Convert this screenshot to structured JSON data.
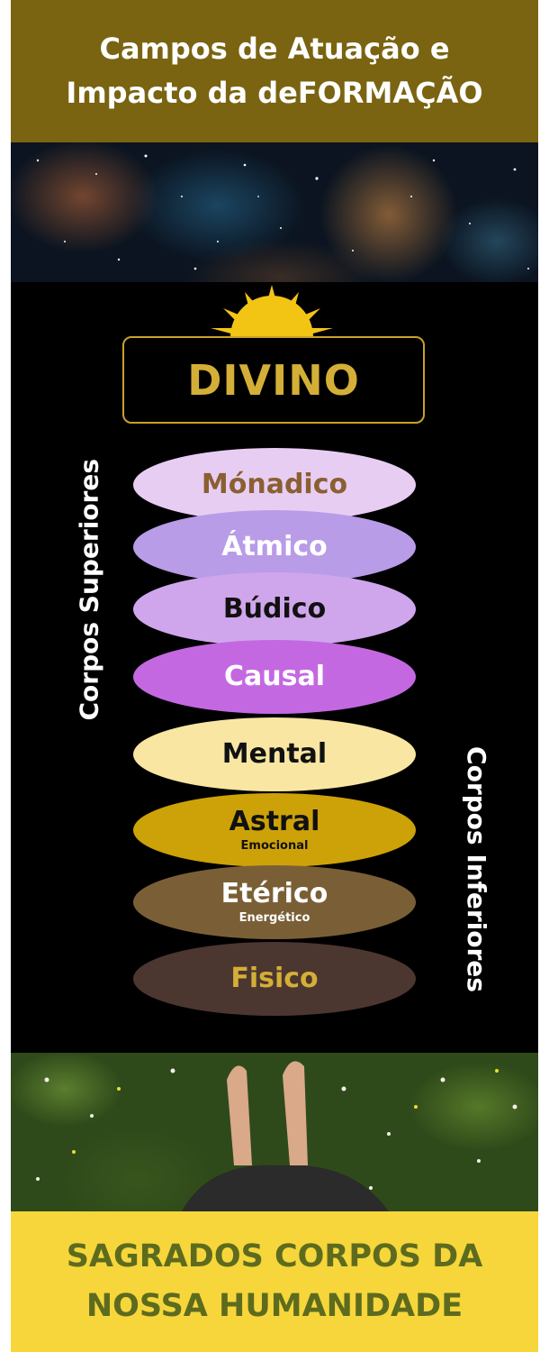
{
  "header": {
    "title": "Campos de Atuação e\nImpacto da deFORMAÇÃO"
  },
  "divino": {
    "label": "DIVINO"
  },
  "side_labels": {
    "upper": "Corpos Superiores",
    "lower": "Corpos Inferiores"
  },
  "layers": [
    {
      "name": "Mónadico",
      "sub": "",
      "fill": "#e8cdf3",
      "text_color": "#8a5f32"
    },
    {
      "name": "Átmico",
      "sub": "",
      "fill": "#b99ce8",
      "text_color": "#ffffff"
    },
    {
      "name": "Búdico",
      "sub": "",
      "fill": "#cfa6ec",
      "text_color": "#111111"
    },
    {
      "name": "Causal",
      "sub": "",
      "fill": "#c468e2",
      "text_color": "#ffffff"
    },
    {
      "name": "Mental",
      "sub": "",
      "fill": "#f9e6a2",
      "text_color": "#111111"
    },
    {
      "name": "Astral",
      "sub": "Emocional",
      "fill": "#cda208",
      "text_color": "#111111"
    },
    {
      "name": "Etérico",
      "sub": "Energético",
      "fill": "#7a5f36",
      "text_color": "#ffffff"
    },
    {
      "name": "Fisico",
      "sub": "",
      "fill": "#4c3630",
      "text_color": "#d4af37"
    }
  ],
  "footer": {
    "title": "SAGRADOS CORPOS DA\nNOSSA HUMANIDADE"
  },
  "colors": {
    "header_bg": "#7a6411",
    "gold": "#d4af37",
    "panel_bg": "#000000",
    "footer_bg": "#f6d63a",
    "footer_text": "#5d6b1f"
  }
}
